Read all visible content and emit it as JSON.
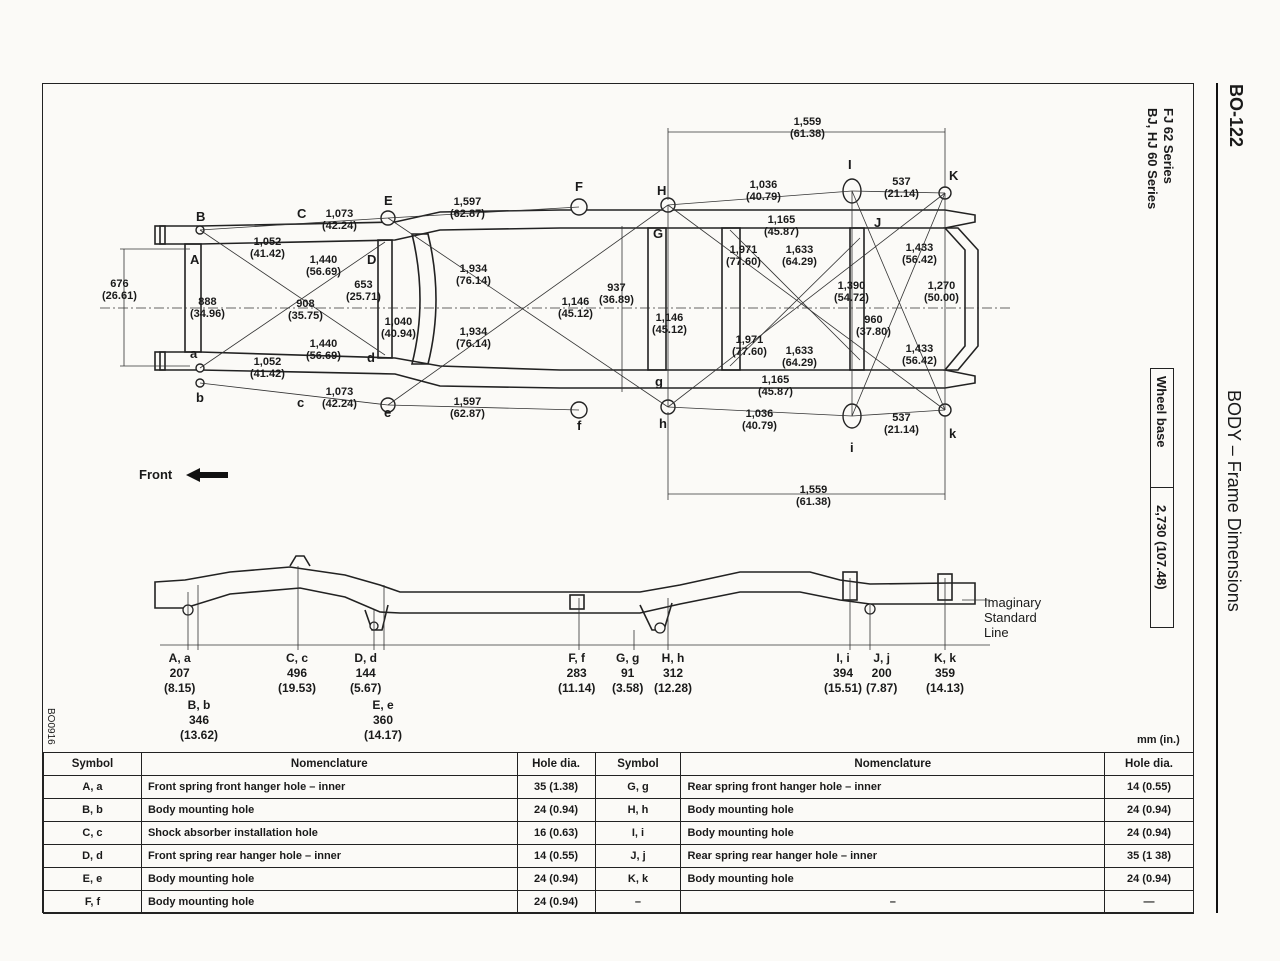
{
  "page": {
    "code": "BO-122",
    "section": "BODY – Frame Dimensions",
    "series_1": "FJ 62 Series",
    "series_2": "BJ, HJ 60 Series",
    "figure_id": "BO0916",
    "units": "mm (in.)"
  },
  "wheel_base": {
    "label": "Wheel base",
    "value": "2,730 (107.48)"
  },
  "plan_view": {
    "front_label": "Front",
    "dimensions": {
      "d1559_top": "1,559",
      "d1559_top_in": "(61.38)",
      "d1036_top": "1,036",
      "d1036_top_in": "(40.79)",
      "d537_top": "537",
      "d537_top_in": "(21.14)",
      "d1165_top": "1,165",
      "d1165_top_in": "(45.87)",
      "d1971_top": "1,971",
      "d1971_top_in": "(77.60)",
      "d1633_top": "1,633",
      "d1633_top_in": "(64.29)",
      "d1433_top": "1,433",
      "d1433_top_in": "(56.42)",
      "d1390": "1,390",
      "d1390_in": "(54.72)",
      "d1270": "1,270",
      "d1270_in": "(50.00)",
      "d960": "960",
      "d960_in": "(37.80)",
      "d1597_top": "1,597",
      "d1597_top_in": "(62.87)",
      "d1073_top": "1,073",
      "d1073_top_in": "(42.24)",
      "d1052_top": "1,052",
      "d1052_top_in": "(41.42)",
      "d1440_top": "1,440",
      "d1440_top_in": "(56.69)",
      "d676": "676",
      "d676_in": "(26.61)",
      "d888": "888",
      "d888_in": "(34.96)",
      "d908": "908",
      "d908_in": "(35.75)",
      "d653": "653",
      "d653_in": "(25.71)",
      "d1040": "1,040",
      "d1040_in": "(40.94)",
      "d1934_top": "1,934",
      "d1934_top_in": "(76.14)",
      "d1934_bot": "1,934",
      "d1934_bot_in": "(76.14)",
      "d937": "937",
      "d937_in": "(36.89)",
      "d1146_a": "1,146",
      "d1146_a_in": "(45.12)",
      "d1146_b": "1,146",
      "d1146_b_in": "(45.12)",
      "d1440_bot": "1,440",
      "d1440_bot_in": "(56.69)",
      "d1052_bot": "1,052",
      "d1052_bot_in": "(41.42)",
      "d1073_bot": "1,073",
      "d1073_bot_in": "(42.24)",
      "d1597_bot": "1,597",
      "d1597_bot_in": "(62.87)",
      "d1971_bot": "1,971",
      "d1971_bot_in": "(77.60)",
      "d1633_bot": "1,633",
      "d1633_bot_in": "(64.29)",
      "d1165_bot": "1,165",
      "d1165_bot_in": "(45.87)",
      "d1036_bot": "1,036",
      "d1036_bot_in": "(40.79)",
      "d537_bot": "537",
      "d537_bot_in": "(21.14)",
      "d1433_bot": "1,433",
      "d1433_bot_in": "(56.42)",
      "d1559_bot": "1,559",
      "d1559_bot_in": "(61.38)"
    },
    "points": {
      "B": "B",
      "A": "A",
      "C": "C",
      "E": "E",
      "D": "D",
      "F": "F",
      "H": "H",
      "G": "G",
      "I": "I",
      "J": "J",
      "K": "K",
      "a": "a",
      "b": "b",
      "c": "c",
      "d": "d",
      "e": "e",
      "f": "f",
      "g": "g",
      "h": "h",
      "i": "i",
      "k": "k"
    }
  },
  "side_view": {
    "reference_line": [
      "Imaginary",
      "Standard",
      "Line"
    ],
    "heights": [
      {
        "sym": "A, a",
        "mm": "207",
        "in": "(8.15)"
      },
      {
        "sym": "B, b",
        "mm": "346",
        "in": "(13.62)"
      },
      {
        "sym": "C, c",
        "mm": "496",
        "in": "(19.53)"
      },
      {
        "sym": "D, d",
        "mm": "144",
        "in": "(5.67)"
      },
      {
        "sym": "E, e",
        "mm": "360",
        "in": "(14.17)"
      },
      {
        "sym": "F, f",
        "mm": "283",
        "in": "(11.14)"
      },
      {
        "sym": "G, g",
        "mm": "91",
        "in": "(3.58)"
      },
      {
        "sym": "H, h",
        "mm": "312",
        "in": "(12.28)"
      },
      {
        "sym": "I, i",
        "mm": "394",
        "in": "(15.51)"
      },
      {
        "sym": "J, j",
        "mm": "200",
        "in": "(7.87)"
      },
      {
        "sym": "K, k",
        "mm": "359",
        "in": "(14.13)"
      }
    ]
  },
  "table": {
    "headers": [
      "Symbol",
      "Nomenclature",
      "Hole dia.",
      "Symbol",
      "Nomenclature",
      "Hole dia."
    ],
    "rows": [
      [
        "A, a",
        "Front spring front hanger hole – inner",
        "35 (1.38)",
        "G, g",
        "Rear spring front hanger hole – inner",
        "14 (0.55)"
      ],
      [
        "B, b",
        "Body mounting hole",
        "24 (0.94)",
        "H, h",
        "Body mounting hole",
        "24 (0.94)"
      ],
      [
        "C, c",
        "Shock absorber installation hole",
        "16 (0.63)",
        "I, i",
        "Body mounting hole",
        "24 (0.94)"
      ],
      [
        "D, d",
        "Front spring rear hanger hole – inner",
        "14 (0.55)",
        "J, j",
        "Rear spring rear hanger hole – inner",
        "35 (1 38)"
      ],
      [
        "E, e",
        "Body mounting hole",
        "24 (0.94)",
        "K, k",
        "Body mounting hole",
        "24 (0.94)"
      ],
      [
        "F, f",
        "Body mounting hole",
        "24 (0.94)",
        "–",
        "–",
        "—"
      ]
    ]
  }
}
